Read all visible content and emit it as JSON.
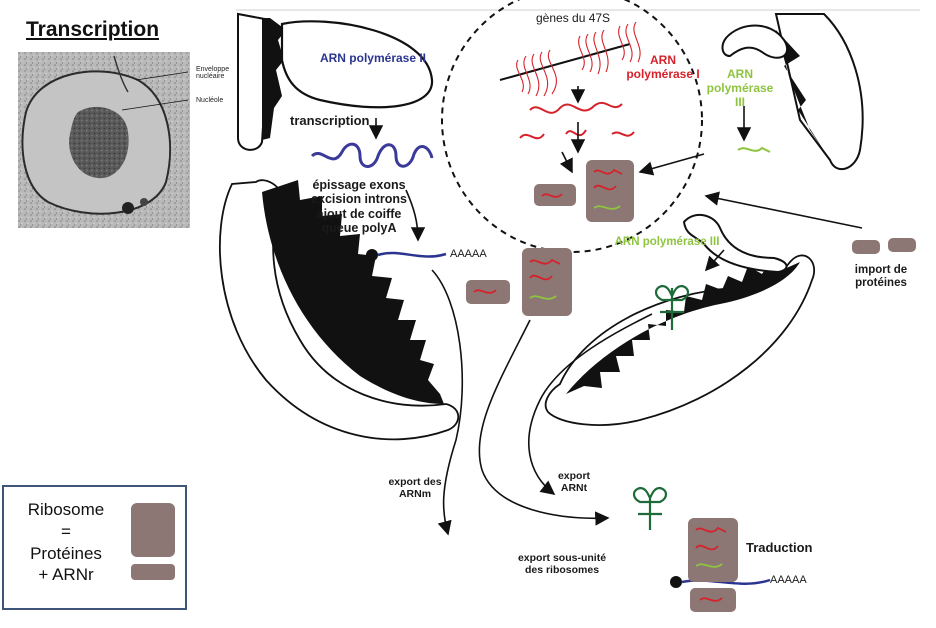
{
  "title": "Transcription",
  "micrograph": {
    "labels": [
      "Enveloppe nucléaire",
      "Nucléole"
    ]
  },
  "labels": {
    "arn_pol_2": "ARN polymérase II",
    "genes_47s": "gènes du 47S",
    "arn_pol_1": "ARN polymérase I",
    "arn_pol_3_top": "ARN polymérase III",
    "transcription": "transcription",
    "processing": [
      "épissage exons",
      "excision introns",
      "ajout de coiffe",
      "queue polyA"
    ],
    "poly_a_tail": "AAAAA",
    "arn_pol_3_mid": "ARN polymérase III",
    "import_proteins": "import de protéines",
    "export_arnm": "export des ARNm",
    "export_arnt": "export ARNt",
    "export_subunits": "export sous-unité des ribosomes",
    "traduction": "Traduction",
    "poly_a_tail_2": "AAAAA"
  },
  "legend": {
    "lines": [
      "Ribosome",
      "=",
      "Protéines",
      "+ ARNr"
    ]
  },
  "colors": {
    "ribosome": "#8c7775",
    "rna_red": "#d6222b",
    "rna_green": "#8ec43f",
    "dna_red": "#d6222b",
    "mrna_blue": "#2b3591",
    "trna_green": "#1e6b3a",
    "legend_border": "#3f5578"
  }
}
